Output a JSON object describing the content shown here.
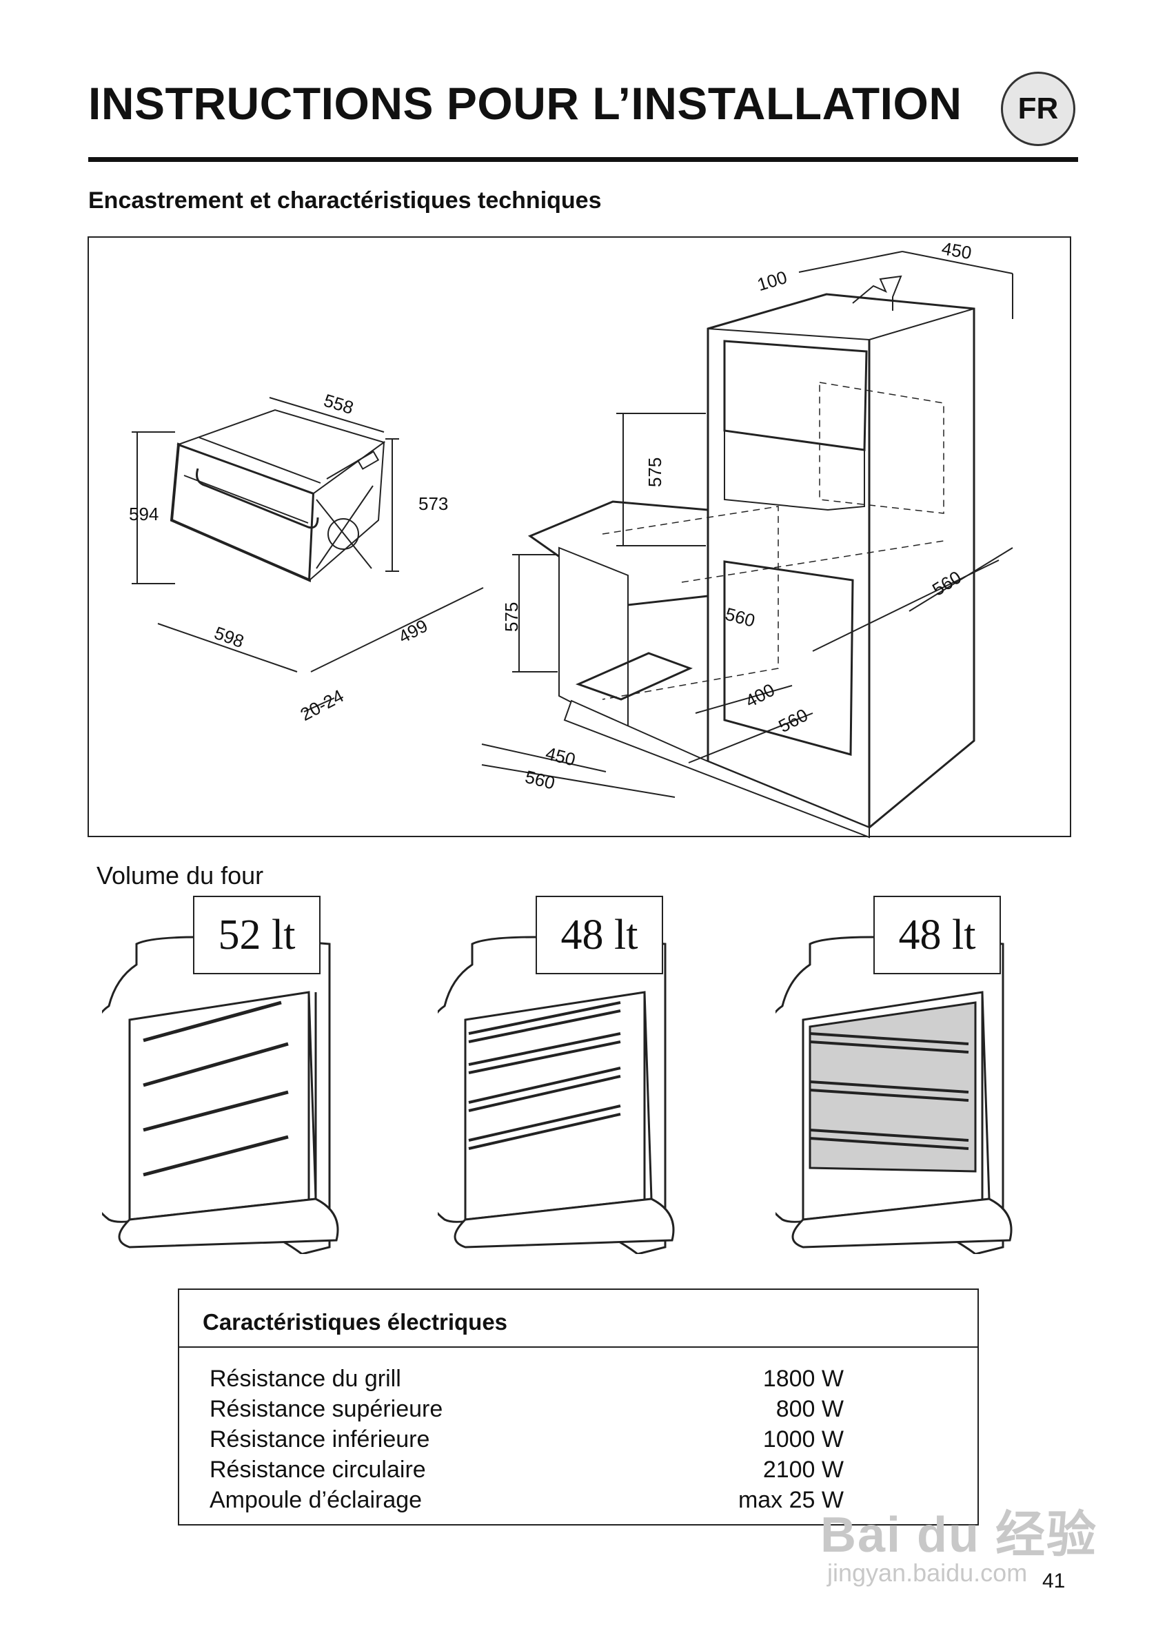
{
  "header": {
    "title": "INSTRUCTIONS POUR L’INSTALLATION",
    "lang_badge": "FR"
  },
  "section": {
    "heading": "Encastrement et charactéristiques techniques"
  },
  "diagram": {
    "oven_dims": [
      "558",
      "594",
      "573",
      "598",
      "499",
      "20-24"
    ],
    "cabinet_dims": [
      "100",
      "450",
      "575",
      "575",
      "560",
      "560",
      "400",
      "560",
      "450",
      "560"
    ]
  },
  "volume": {
    "title": "Volume du four",
    "labels": [
      "52 lt",
      "48 lt",
      "48 lt"
    ]
  },
  "electrical": {
    "title": "Caractéristiques électriques",
    "rows": [
      {
        "name": "Résistance du grill",
        "value": "1800 W"
      },
      {
        "name": "Résistance supérieure",
        "value": "800 W"
      },
      {
        "name": "Résistance inférieure",
        "value": "1000 W"
      },
      {
        "name": "Résistance circulaire",
        "value": "2100 W"
      },
      {
        "name": "Ampoule d’éclairage",
        "value": "max 25 W"
      }
    ]
  },
  "watermark": {
    "logo": "Bai du 经验",
    "url": "jingyan.baidu.com"
  },
  "page_number": "41"
}
